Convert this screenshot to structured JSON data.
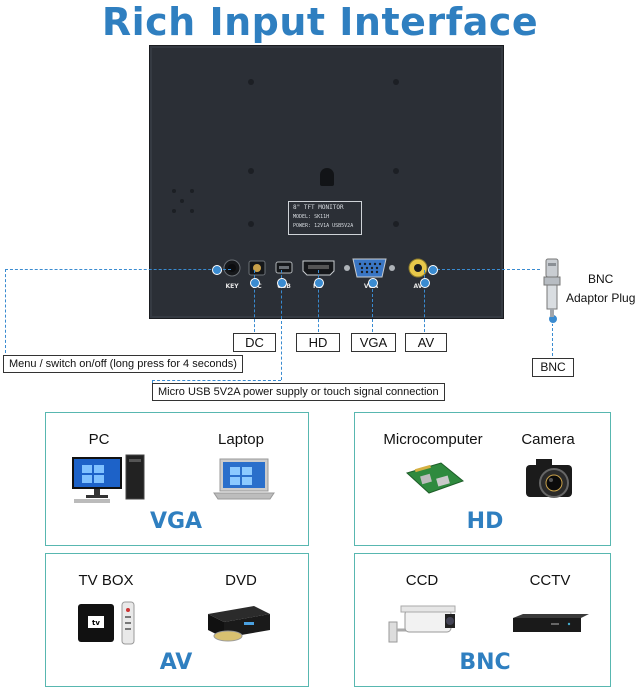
{
  "header": {
    "title": "Rich Input Interface"
  },
  "monitor": {
    "plate_lines": [
      "8\" TFT MONITOR",
      "MODEL: SK11H",
      "POWER: 12V1A USB5V2A"
    ],
    "port_captions": [
      "KEY",
      "DC",
      "USB",
      "HD",
      "VGA",
      "AV"
    ]
  },
  "callouts": {
    "dc": "DC",
    "hd": "HD",
    "vga": "VGA",
    "av": "AV",
    "menu_note": "Menu / switch on/off (long press for 4 seconds)",
    "usb_note": "Micro USB 5V2A power supply or touch signal connection",
    "bnc_adaptor_line1": "BNC",
    "bnc_adaptor_line2": "Adaptor Plug",
    "bnc_tag": "BNC"
  },
  "panels": [
    {
      "title": "VGA",
      "devices": [
        "PC",
        "Laptop"
      ]
    },
    {
      "title": "HD",
      "devices": [
        "Microcomputer",
        "Camera"
      ]
    },
    {
      "title": "AV",
      "devices": [
        "TV BOX",
        "DVD"
      ]
    },
    {
      "title": "BNC",
      "devices": [
        "CCD",
        "CCTV"
      ]
    }
  ],
  "colors": {
    "accent": "#2f7fc0",
    "panel_border": "#58b7b0",
    "monitor": "#2b2f36"
  }
}
